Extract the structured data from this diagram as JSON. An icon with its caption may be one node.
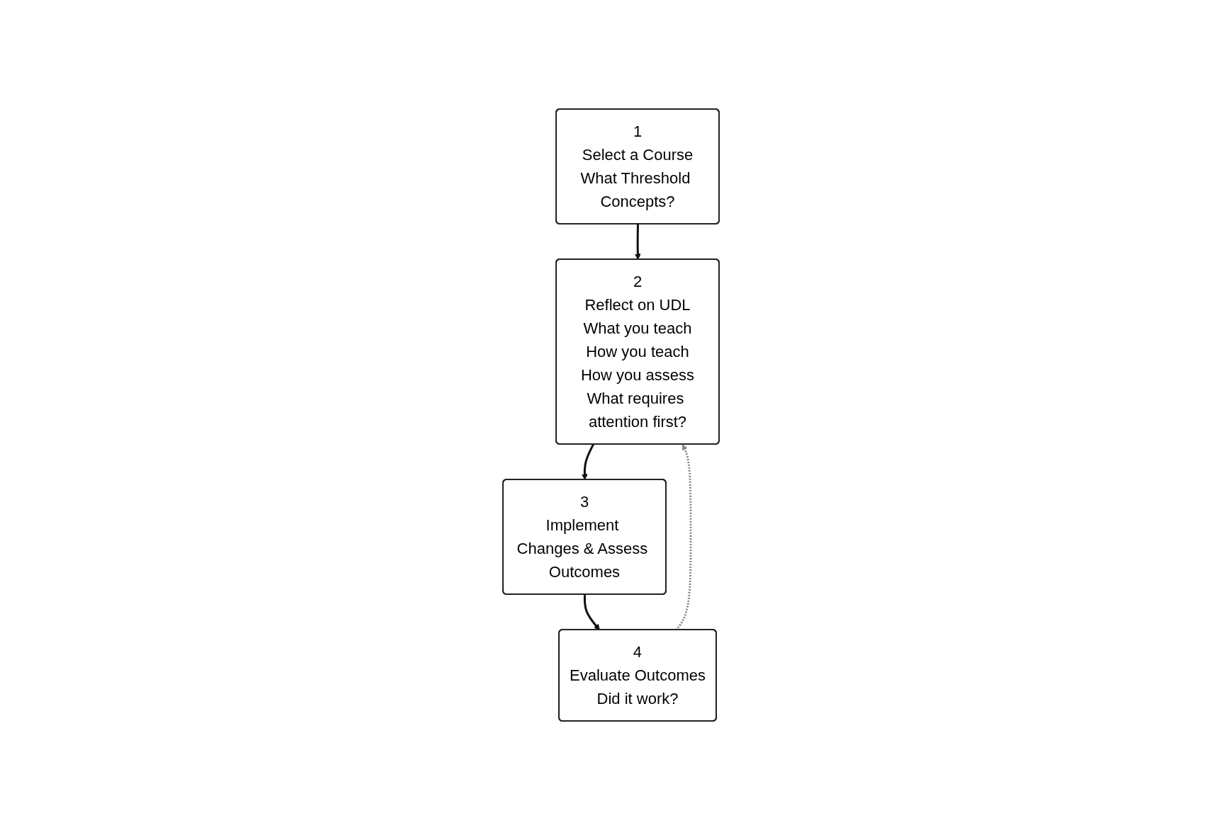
{
  "diagram": {
    "nodes": [
      {
        "text": [
          "1",
          "Select a Course",
          "What Threshold Concepts?"
        ]
      },
      {
        "text": [
          "2",
          "Reflect on UDL",
          "What you teach",
          "How you teach",
          "How you assess",
          "What requires attention first?"
        ]
      },
      {
        "text": [
          "3",
          "Implement Changes & Assess Outcomes"
        ]
      },
      {
        "text": [
          "4",
          "Evaluate Outcomes",
          "Did it work?"
        ]
      }
    ],
    "edges": [
      {
        "from": 0,
        "to": 1,
        "arrow": "to"
      },
      {
        "from": 1,
        "to": 2,
        "arrow": "to"
      },
      {
        "from": 2,
        "to": 3,
        "arrow": "to"
      },
      {
        "from": 3,
        "to": 1,
        "arrow": "to",
        "style": "dashed",
        "color": "#888888"
      }
    ]
  }
}
